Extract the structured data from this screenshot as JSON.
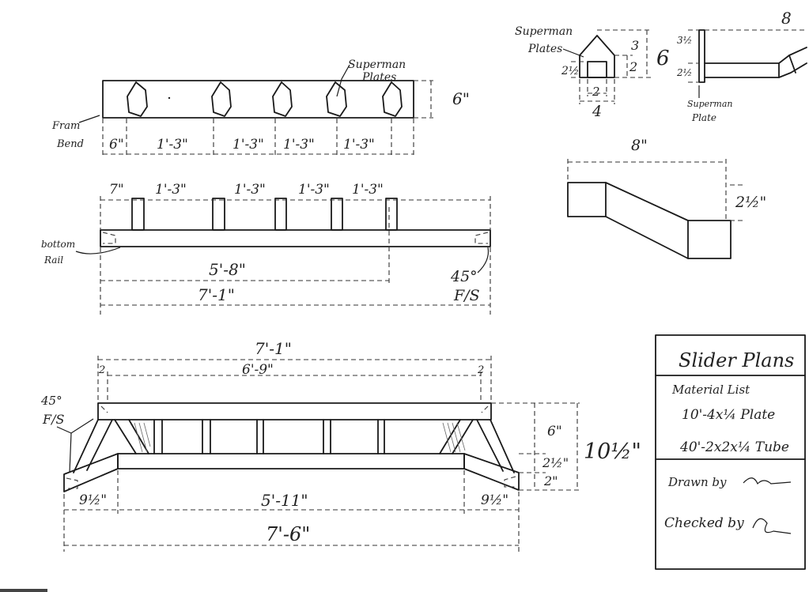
{
  "labels": {
    "superman_plates_top": "Superman",
    "superman_plates_top2": "Plates",
    "frame_bend_1": "Fram",
    "frame_bend_2": "Bend",
    "bottom_rail_1": "bottom",
    "bottom_rail_2": "Rail",
    "superman_small_1": "Superman",
    "superman_small_2": "Plates",
    "superman_plate_side_1": "Superman",
    "superman_plate_side_2": "Plate",
    "fs_angle_1": "45°",
    "fs_angle_1b": "F/S",
    "fs_angle_2": "45°",
    "fs_angle_2b": "F/S"
  },
  "dims": {
    "top_height": "6\"",
    "top_seg_1": "6\"",
    "top_seg_2": "1'-3\"",
    "top_seg_3": "1'-3\"",
    "top_seg_4": "1'-3\"",
    "top_seg_5": "1'-3\"",
    "mid_7": "7\"",
    "mid_seg_1": "1'-3\"",
    "mid_seg_2": "1'-3\"",
    "mid_seg_3": "1'-3\"",
    "mid_seg_4": "1'-3\"",
    "mid_568": "5'-8\"",
    "mid_71": "7'-1\"",
    "plate_3": "3",
    "plate_2": "2",
    "plate_6": "6",
    "plate_2half": "2½",
    "plate_2b": "2",
    "plate_4": "4",
    "side_3half": "3½",
    "side_2half": "2½",
    "side_8": "8",
    "offset_8": "8\"",
    "offset_2half": "2½\"",
    "bot_71": "7'-1\"",
    "bot_69": "6'-9\"",
    "bot_2_left": "2",
    "bot_2_right": "2",
    "bot_6": "6\"",
    "bot_2half": "2½\"",
    "bot_2": "2\"",
    "bot_10half": "10½\"",
    "bot_9half_left": "9½\"",
    "bot_511": "5'-11\"",
    "bot_9half_right": "9½\"",
    "bot_76": "7'-6\""
  },
  "title_block": {
    "title": "Slider Plans",
    "material_heading": "Material List",
    "item_1": "10'-4x¼ Plate",
    "item_2": "40'-2x2x¼ Tube",
    "drawn_by": "Drawn by",
    "checked_by": "Checked by"
  }
}
